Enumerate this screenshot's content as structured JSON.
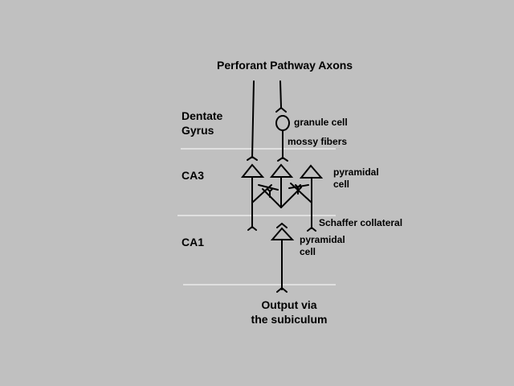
{
  "title": "Perforant Pathway Axons",
  "regions": {
    "dentate_gyrus": [
      "Dentate",
      "Gyrus"
    ],
    "ca3": "CA3",
    "ca1": "CA1"
  },
  "cells": {
    "granule": "granule cell",
    "mossy": "mossy fibers",
    "pyramidal_ca3": [
      "pyramidal",
      "cell"
    ],
    "schaffer": "Schaffer collateral",
    "pyramidal_ca1": [
      "pyramidal",
      "cell"
    ]
  },
  "output": [
    "Output via",
    "the subiculum"
  ],
  "colors": {
    "background": "#c0c0c0",
    "lines": "#000000",
    "separators": "#ffffff"
  }
}
